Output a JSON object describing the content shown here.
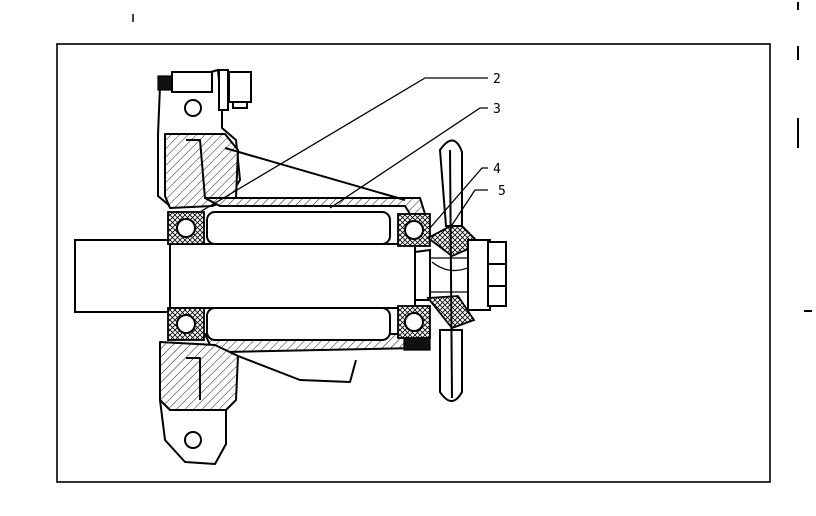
{
  "diagram": {
    "callouts": [
      {
        "id": "2",
        "label": "2"
      },
      {
        "id": "3",
        "label": "3"
      },
      {
        "id": "4",
        "label": "4"
      },
      {
        "id": "5",
        "label": "5"
      }
    ],
    "colors": {
      "ink": "#000000",
      "paper": "#ffffff"
    }
  }
}
